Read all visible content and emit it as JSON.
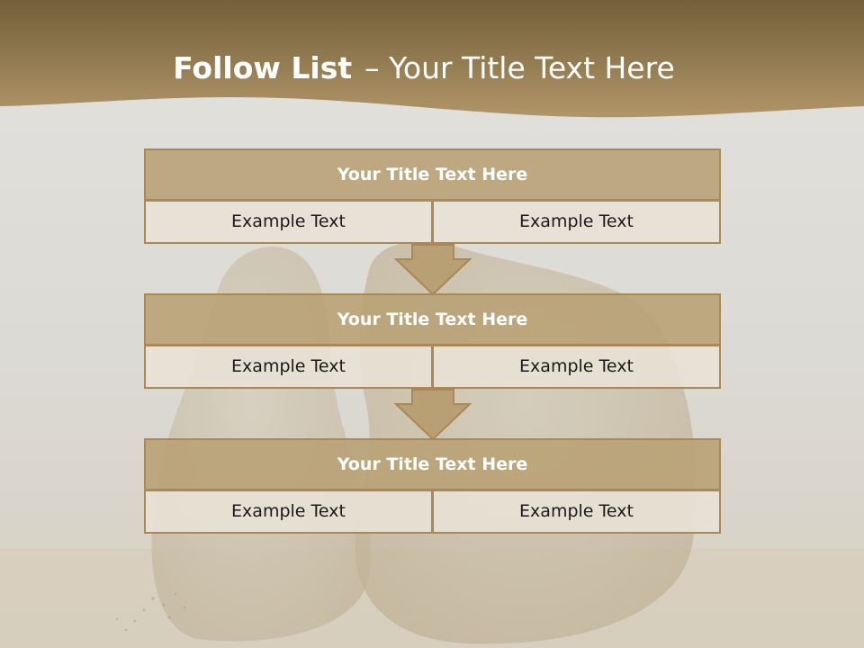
{
  "slide": {
    "title_bold": "Follow List",
    "title_rest": "– Your Title Text Here"
  },
  "blocks": [
    {
      "title": "Your Title Text Here",
      "left": "Example Text",
      "right": "Example Text"
    },
    {
      "title": "Your Title Text Here",
      "left": "Example Text",
      "right": "Example Text"
    },
    {
      "title": "Your Title Text Here",
      "left": "Example Text",
      "right": "Example Text"
    }
  ],
  "colors": {
    "header_dark": "#735f39",
    "header_light": "#b59a6c",
    "block_title_fill": "#b8a074",
    "block_border": "#a88957",
    "cell_fill": "#e8e2d6",
    "arrow_fill": "#b8a074"
  }
}
